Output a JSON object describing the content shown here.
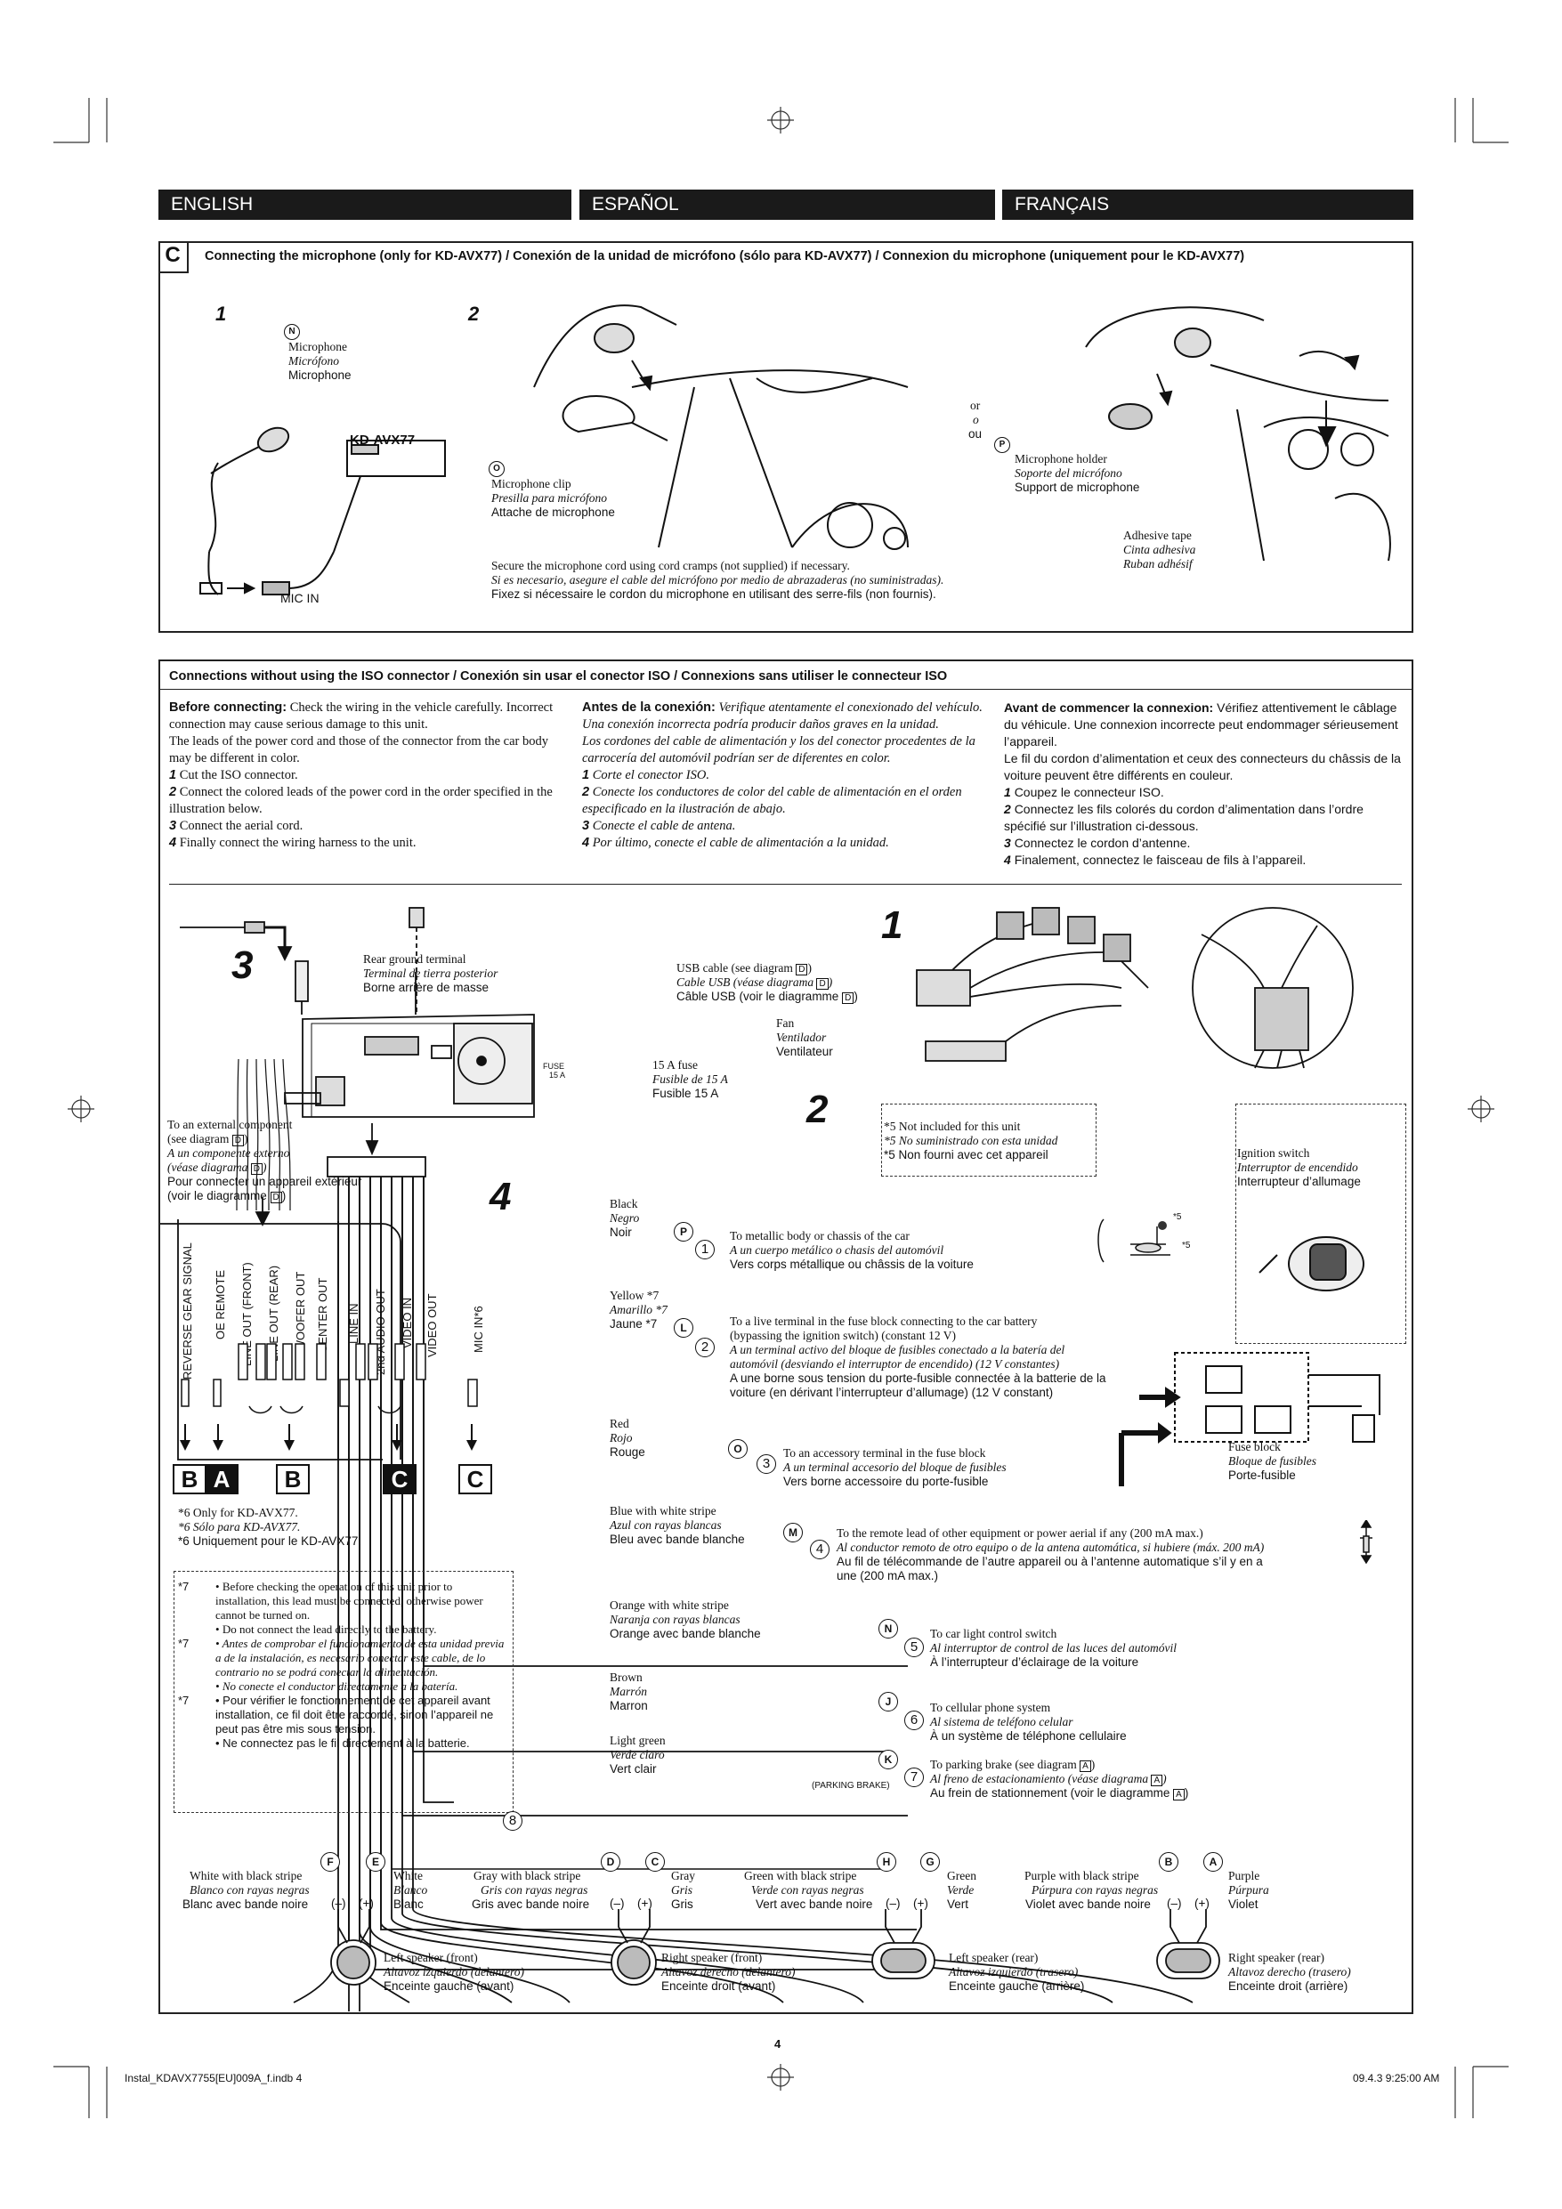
{
  "languages": [
    "ENGLISH",
    "ESPAÑOL",
    "FRANÇAIS"
  ],
  "section_c": {
    "letter": "C",
    "title": "Connecting the microphone (only for KD-AVX77) / Conexión de la unidad de micrófono (sólo para KD-AVX77) / Connexion du microphone (uniquement pour le KD-AVX77)",
    "step1": "1",
    "step2": "2",
    "mark_n": "N",
    "mic_en": "Microphone",
    "mic_es": "Micrófono",
    "mic_fr": "Microphone",
    "model": "KD-AVX77",
    "mic_in": "MIC IN",
    "mark_o": "O",
    "clip_en": "Microphone clip",
    "clip_es": "Presilla para micrófono",
    "clip_fr": "Attache de microphone",
    "or_en": "or",
    "or_es": "o",
    "or_fr": "ou",
    "mark_p": "P",
    "holder_en": "Microphone holder",
    "holder_es": "Soporte del micrófono",
    "holder_fr": "Support de microphone",
    "tape_en": "Adhesive tape",
    "tape_es": "Cinta adhesiva",
    "tape_fr": "Ruban adhésif",
    "secure_en": "Secure the microphone cord using cord cramps (not supplied) if necessary.",
    "secure_es": "Si es necesario, asegure el cable del micrófono por medio de abrazaderas (no suministradas).",
    "secure_fr": "Fixez si nécessaire le cordon du microphone en utilisant des serre-fils (non fournis)."
  },
  "section_iso": {
    "title": "Connections without using the ISO connector / Conexión sin usar el conector ISO / Connexions sans utiliser le connecteur ISO",
    "en": {
      "lead": "Before connecting:",
      "intro": " Check the wiring in the vehicle carefully. Incorrect connection may cause serious damage to this unit.",
      "intro2": "The leads of the power cord and those of the connector from the car body may be different in color.",
      "s1": "Cut the ISO connector.",
      "s2": "Connect the colored leads of the power cord in the order specified in the illustration below.",
      "s3": "Connect the aerial cord.",
      "s4": "Finally connect the wiring harness to the unit."
    },
    "es": {
      "lead": "Antes de la conexión:",
      "intro": " Verifique atentamente el conexionado del vehículo. Una conexión incorrecta podría producir daños graves en la unidad.",
      "intro2": "Los cordones del cable de alimentación y los del conector procedentes de la carrocería del automóvil podrían ser de diferentes en color.",
      "s1": "Corte el conector ISO.",
      "s2": "Conecte los conductores de color del cable de alimentación en el orden especificado en la ilustración de abajo.",
      "s3": "Conecte el cable de antena.",
      "s4": "Por último, conecte el cable de alimentación a la unidad."
    },
    "fr": {
      "lead": "Avant de commencer la connexion:",
      "intro": " Vérifiez attentivement le câblage du véhicule. Une connexion incorrecte peut endommager sérieusement l’appareil.",
      "intro2": "Le fil du cordon d’alimentation et ceux des connecteurs du châssis de la voiture peuvent être différents en couleur.",
      "s1": "Coupez le connecteur ISO.",
      "s2": "Connectez les fils colorés du cordon d’alimentation dans l’ordre spécifié sur l’illustration ci-dessous.",
      "s3": "Connectez le cordon d’antenne.",
      "s4": "Finalement, connectez le faisceau de fils à l’appareil."
    },
    "step_nums": [
      "1",
      "2",
      "3",
      "4"
    ]
  },
  "diagram": {
    "rear_ground": [
      "Rear ground terminal",
      "Terminal de tierra posterior",
      "Borne arrière de masse"
    ],
    "usb": [
      "USB cable (see diagram ",
      "Cable USB (véase diagrama ",
      "Câble USB (voir le diagramme "
    ],
    "diag_d": "D",
    "fan": [
      "Fan",
      "Ventilador",
      "Ventilateur"
    ],
    "fuse_label": "FUSE",
    "fuse15": "15 A",
    "fuse": [
      "15 A fuse",
      "Fusible de 15 A",
      "Fusible 15 A"
    ],
    "ext": [
      "To an external component",
      "(see diagram ",
      "A un componente externo",
      "(véase diagrama ",
      "Pour connecter un appareil extérieur",
      "(voir le diagramme "
    ],
    "not_included": [
      "*5  Not included for this unit",
      "*5  No suministrado con esta unidad",
      "*5  Non fourni avec cet appareil"
    ],
    "ignition": [
      "Ignition switch",
      "Interruptor de encendido",
      "Interrupteur d’allumage"
    ],
    "fuse_block": [
      "Fuse block",
      "Bloque de fusibles",
      "Porte-fusible"
    ],
    "star5": "*5",
    "rca_labels": [
      "REVERSE GEAR SIGNAL",
      "OE REMOTE",
      "LINE OUT (FRONT)",
      "LINE OUT (REAR)",
      "SUBWOOFER OUT",
      "CENTER OUT",
      "LINE IN",
      "2nd AUDIO OUT",
      "VIDEO IN",
      "VIDEO OUT",
      "MIC IN*6"
    ],
    "box_letters": [
      "B",
      "A",
      "B",
      "C",
      "C"
    ],
    "only_avx": [
      "*6  Only for KD-AVX77.",
      "*6  Sólo para KD-AVX77.",
      "*6  Uniquement pour le KD-AVX77."
    ],
    "note7_en": [
      "Before checking the operation of this unit prior to installation, this lead must be connected, otherwise power cannot be turned on.",
      "Do not connect the lead directly to the battery."
    ],
    "note7_es": [
      "Antes de comprobar el funcionamiento de esta unidad previa a de la instalación, es necesario conectar este cable, de lo contrario no se podrá conectar la alimentación.",
      "No conecte el conductor directamente a la batería."
    ],
    "note7_fr": [
      "Pour vérifier le fonctionnement de cet appareil avant installation, ce fil doit être raccordé, sinon l’appareil ne peut pas être mis sous tension.",
      "Ne connectez pas le fil directement à la batterie."
    ],
    "star7": "*7",
    "wires": [
      {
        "color": [
          "Black",
          "Negro",
          "Noir"
        ],
        "letter": "P",
        "num": "1",
        "dest": [
          "To metallic body or chassis of the car",
          "A un cuerpo metálico o chasis del automóvil",
          "Vers corps métallique ou châssis de la voiture"
        ]
      },
      {
        "color": [
          "Yellow *7",
          "Amarillo *7",
          "Jaune *7"
        ],
        "letter": "L",
        "num": "2",
        "dest": [
          "To a live terminal in the fuse block connecting to the car battery",
          "(bypassing the ignition switch) (constant 12 V)",
          "A un terminal activo del bloque de fusibles conectado a la batería del",
          "automóvil (desviando el interruptor de encendido) (12 V constantes)",
          "A une borne sous tension du porte-fusible connectée à la batterie de la",
          "voiture (en dérivant l’interrupteur d’allumage) (12 V constant)"
        ]
      },
      {
        "color": [
          "Red",
          "Rojo",
          "Rouge"
        ],
        "letter": "O",
        "num": "3",
        "dest": [
          "To an accessory terminal in the fuse block",
          "A un terminal accesorio del bloque de fusibles",
          "Vers borne accessoire du porte-fusible"
        ]
      },
      {
        "color": [
          "Blue with white stripe",
          "Azul con rayas blancas",
          "Bleu avec bande blanche"
        ],
        "letter": "M",
        "num": "4",
        "dest": [
          "To the remote lead of other equipment or power aerial if any (200 mA max.)",
          "Al conductor remoto de otro equipo o de la antena automática, si hubiere (máx. 200 mA)",
          "Au fil de télécommande de l’autre appareil ou à l’antenne automatique s’il y en a",
          "une (200 mA max.)"
        ]
      },
      {
        "color": [
          "Orange with white stripe",
          "Naranja con rayas blancas",
          "Orange avec bande blanche"
        ],
        "letter": "N",
        "num": "5",
        "dest": [
          "To car light control switch",
          "Al interruptor de control de las luces del automóvil",
          "À l’interrupteur d’éclairage de la voiture"
        ]
      },
      {
        "color": [
          "Brown",
          "Marrón",
          "Marron"
        ],
        "letter": "J",
        "num": "6",
        "dest": [
          "To cellular phone system",
          "Al sistema de teléfono celular",
          "À un système de téléphone cellulaire"
        ]
      },
      {
        "color": [
          "Light green",
          "Verde claro",
          "Vert clair"
        ],
        "letter": "K",
        "num": "7",
        "dest": [
          "To parking brake (see diagram ",
          "Al freno de estacionamiento (véase diagrama ",
          "Au frein de stationnement (voir le diagramme "
        ]
      }
    ],
    "diag_a": "A",
    "parking_brake": "(PARKING BRAKE)",
    "num8": "8",
    "speakers": [
      {
        "l1": "F",
        "l2": "E",
        "c1": [
          "White with black stripe",
          "Blanco con rayas negras",
          "Blanc avec bande noire"
        ],
        "c2": [
          "White",
          "Blanco",
          "Blanc"
        ],
        "name": [
          "Left speaker (front)",
          "Altavoz izquierdo (delantero)",
          "Enceinte gauche (avant)"
        ]
      },
      {
        "l1": "D",
        "l2": "C",
        "c1": [
          "Gray with black stripe",
          "Gris con rayas negras",
          "Gris avec bande noire"
        ],
        "c2": [
          "Gray",
          "Gris",
          "Gris"
        ],
        "name": [
          "Right speaker (front)",
          "Altavoz derecho (delantero)",
          "Enceinte droit (avant)"
        ]
      },
      {
        "l1": "H",
        "l2": "G",
        "c1": [
          "Green with black stripe",
          "Verde con rayas negras",
          "Vert avec bande noire"
        ],
        "c2": [
          "Green",
          "Verde",
          "Vert"
        ],
        "name": [
          "Left speaker (rear)",
          "Altavoz izquierdo (trasero)",
          "Enceinte gauche (arrière)"
        ]
      },
      {
        "l1": "B",
        "l2": "A",
        "c1": [
          "Purple with black stripe",
          "Púrpura con rayas negras",
          "Violet avec bande noire"
        ],
        "c2": [
          "Purple",
          "Púrpura",
          "Violet"
        ],
        "name": [
          "Right speaker (rear)",
          "Altavoz derecho (trasero)",
          "Enceinte droit (arrière)"
        ]
      }
    ],
    "minus": "(–)",
    "plus": "(+)"
  },
  "page_number": "4",
  "footer_left": "Instal_KDAVX7755[EU]009A_f.indb   4",
  "footer_right": "09.4.3   9:25:00 AM"
}
